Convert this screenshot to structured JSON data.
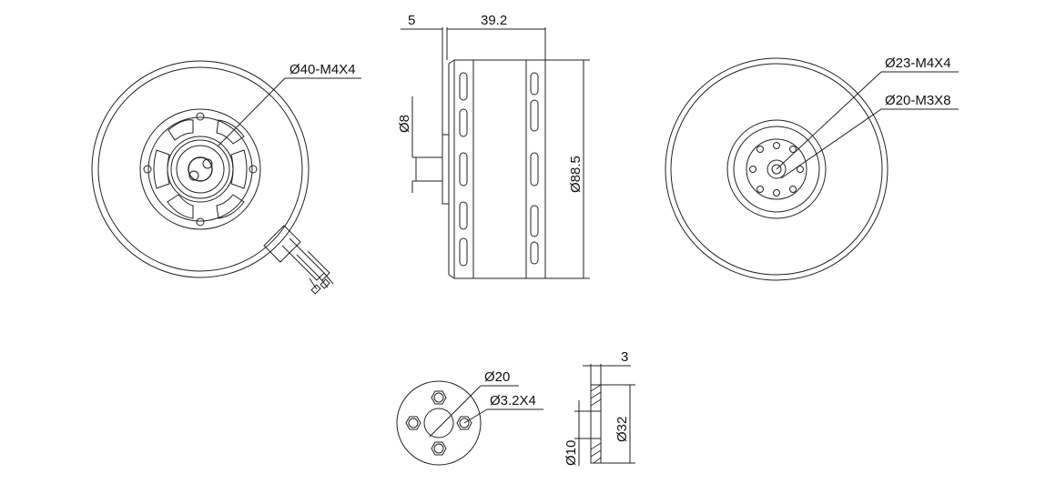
{
  "front_view": {
    "label": "Ø40-M4X4"
  },
  "side_view": {
    "dim_shaft_len": "5",
    "dim_body_len": "39.2",
    "dim_shaft_dia": "Ø8",
    "dim_body_dia": "Ø88.5"
  },
  "back_view": {
    "label_1": "Ø23-M4X4",
    "label_2": "Ø20-M3X8"
  },
  "adapter_front": {
    "label_1": "Ø20",
    "label_2": "Ø3.2X4"
  },
  "adapter_side": {
    "dim_thk": "3",
    "dim_outer": "Ø32",
    "dim_inner": "Ø10"
  },
  "colors": {
    "line": "#222222",
    "background": "#ffffff"
  }
}
